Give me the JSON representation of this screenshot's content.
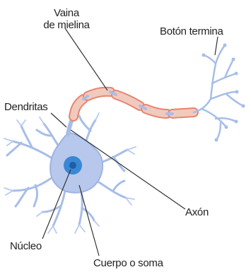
{
  "labels": {
    "vaina_line1": "Vaina",
    "vaina_line2": "de mielina",
    "boton": "Botón termina",
    "dendritas": "Dendritas",
    "axon": "Axón",
    "nucleo": "Núcleo",
    "cuerpo": "Cuerpo o soma"
  },
  "colors": {
    "neuron_fill": "#b7c8ec",
    "neuron_stroke": "#8ea7dc",
    "nucleus": "#2f7fd0",
    "nucleus_dark": "#1d5ea6",
    "myelin_fill": "#f2c9bd",
    "myelin_stroke": "#e8856f",
    "leader_line": "#333333",
    "label_text": "#222222"
  }
}
